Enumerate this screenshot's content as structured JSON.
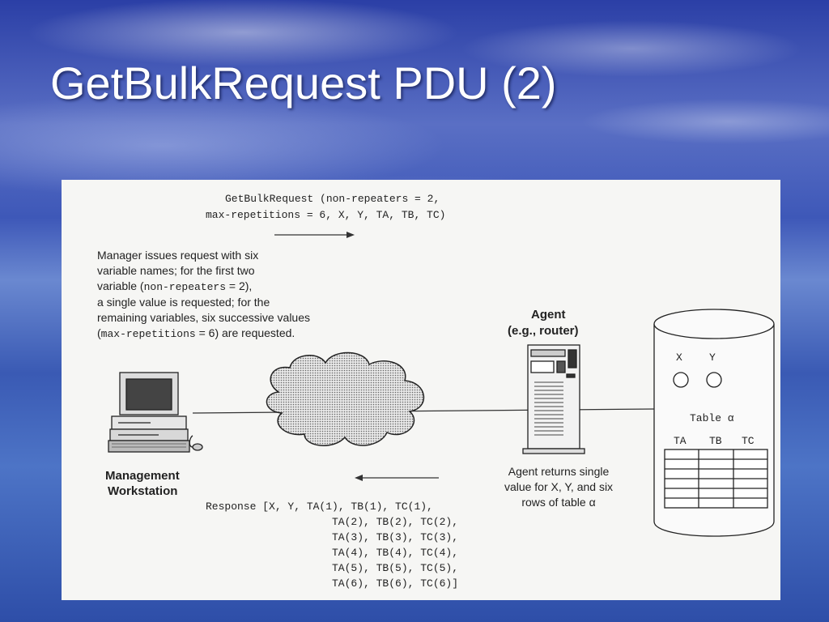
{
  "slide": {
    "title": "GetBulkRequest PDU (2)"
  },
  "request": {
    "line1_keyword": "GetBulkRequest",
    "line1_rest": "(non-repeaters = 2,",
    "line2": "max-repetitions = 6, X, Y, TA, TB, TC)"
  },
  "manager_note": {
    "line1": "Manager issues request with six",
    "line2": "variable names; for the first two",
    "line3_pre": "variable (",
    "line3_code": "non-repeaters",
    "line3_post": " = 2),",
    "line4": "a single value is requested; for the",
    "line5": "remaining variables, six successive values",
    "line6_pre": "(",
    "line6_code": "max-repetitions",
    "line6_post": " = 6) are requested."
  },
  "agent": {
    "label1": "Agent",
    "label2": "(e.g., router)"
  },
  "workstation": {
    "label1": "Management",
    "label2": "Workstation"
  },
  "mib": {
    "scalar1": "X",
    "scalar2": "Y",
    "table_label": "Table α",
    "col1": "TA",
    "col2": "TB",
    "col3": "TC"
  },
  "agent_note": {
    "line1": "Agent returns single",
    "line2": "value for X, Y, and six",
    "line3": "rows of table α"
  },
  "response": {
    "line1": "Response [X, Y, TA(1), TB(1), TC(1),",
    "line2": "TA(2), TB(2), TC(2),",
    "line3": "TA(3), TB(3), TC(3),",
    "line4": "TA(4), TB(4), TC(4),",
    "line5": "TA(5), TB(5), TC(5),",
    "line6": "TA(6), TB(6), TC(6)]"
  }
}
